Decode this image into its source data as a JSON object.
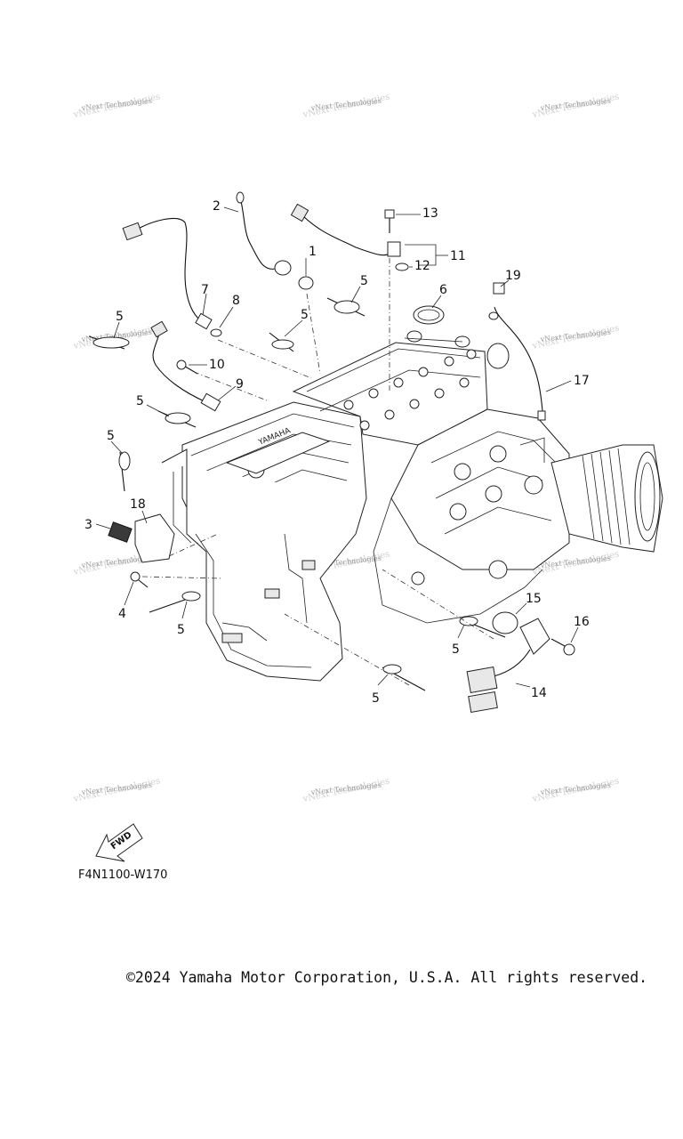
{
  "watermark_text": "vNext Technologies",
  "callouts": [
    "1",
    "2",
    "3",
    "4",
    "5",
    "6",
    "7",
    "8",
    "9",
    "10",
    "11",
    "12",
    "13",
    "14",
    "15",
    "16",
    "17",
    "18",
    "19"
  ],
  "direction_label": "FWD",
  "brand_on_engine": "YAMAHA",
  "diagram_code": "F4N1100-W170",
  "copyright": "©2024 Yamaha Motor Corporation, U.S.A. All rights reserved."
}
